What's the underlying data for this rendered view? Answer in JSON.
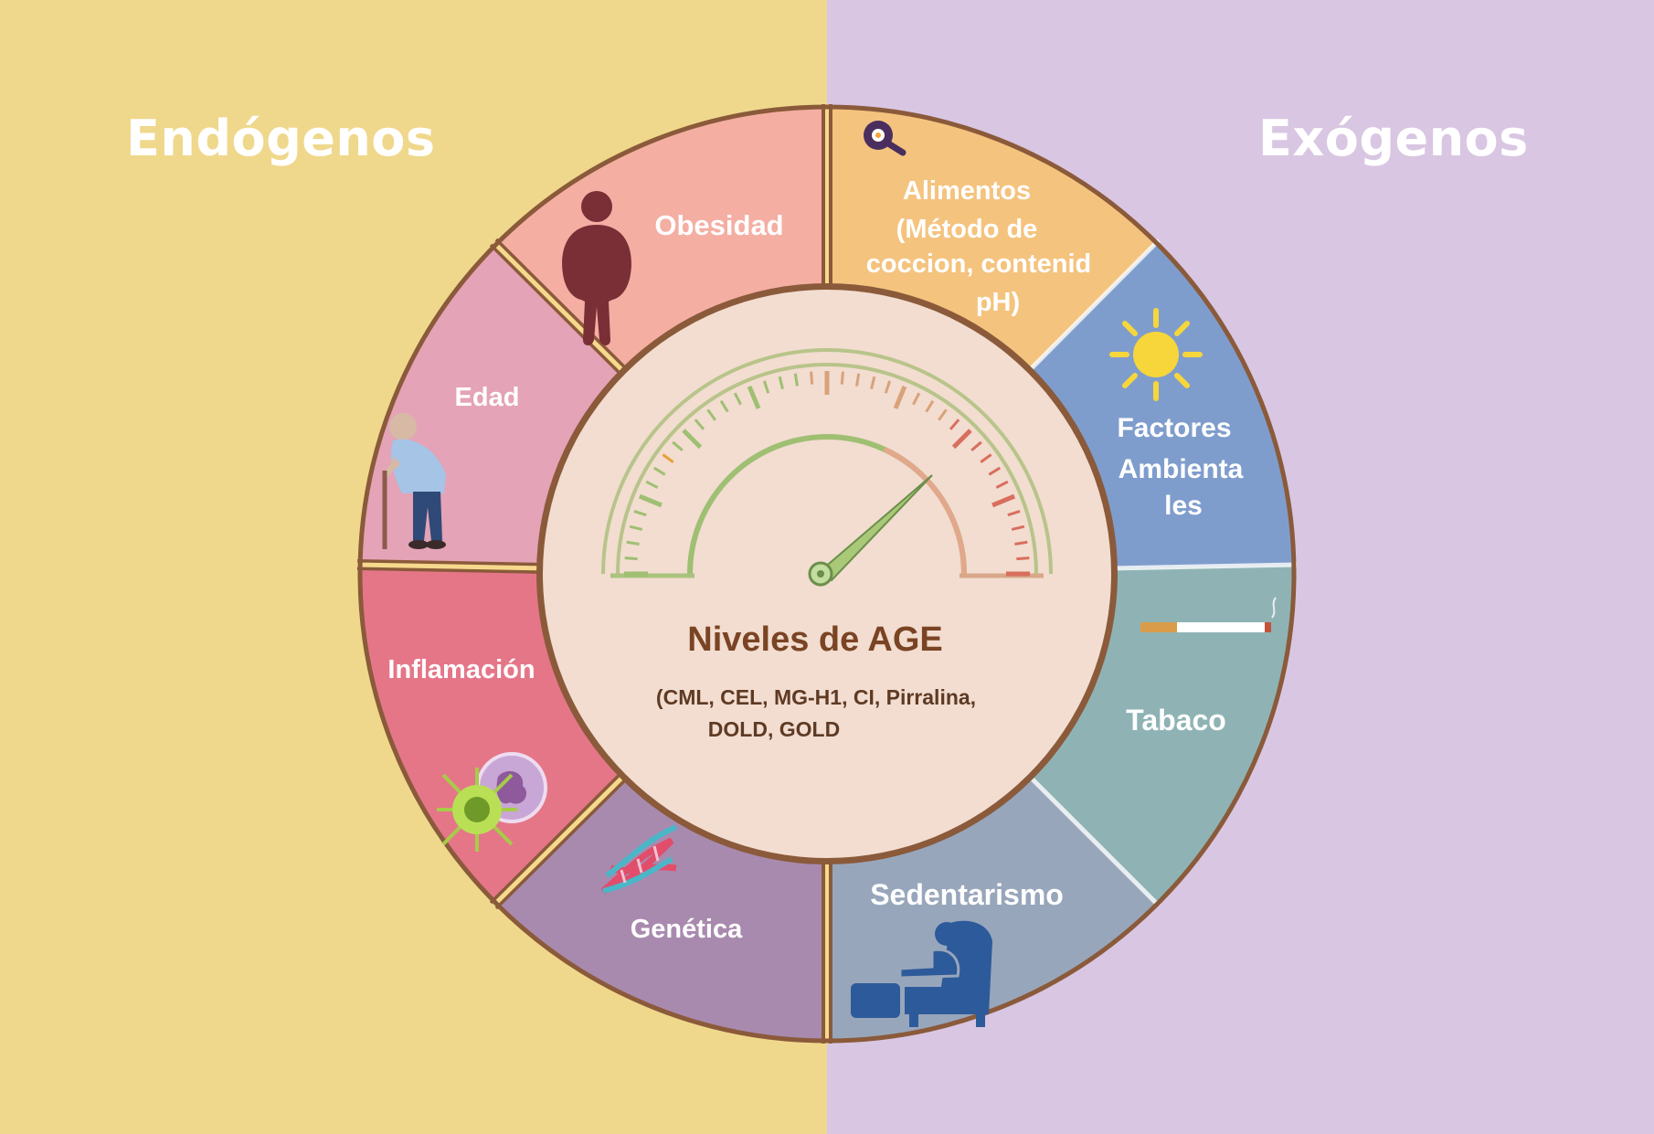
{
  "headings": {
    "left": "Endógenos",
    "right": "Exógenos"
  },
  "center": {
    "title": "Niveles de AGE",
    "subtitle_line1": "(CML, CEL, MG-H1, CI, Pirralina,",
    "subtitle_line2": "DOLD, GOLD"
  },
  "segments": {
    "obesidad": {
      "label": "Obesidad",
      "icon": "obese-person-icon"
    },
    "edad": {
      "label": "Edad",
      "icon": "elderly-person-with-cane-icon"
    },
    "inflamacion": {
      "label": "Inflamación",
      "icon": "immune-cells-icon"
    },
    "genetica": {
      "label": "Genética",
      "icon": "dna-helix-icon"
    },
    "alimentos": {
      "line1": "Alimentos",
      "line2": "(Método de",
      "line3": "coccion, contenid",
      "line4": "pH)",
      "icon": "frying-pan-icon"
    },
    "factores": {
      "line1": "Factores",
      "line2": "Ambienta",
      "line3": "les",
      "icon": "sun-icon"
    },
    "tabaco": {
      "label": "Tabaco",
      "icon": "cigarette-icon"
    },
    "sedentarismo": {
      "label": "Sedentarismo",
      "icon": "person-in-armchair-icon"
    }
  },
  "colors": {
    "endogenos_bg": "#efd88c",
    "exogenos_bg": "#d9c6e2",
    "obesidad": "#f4aea2",
    "edad": "#e4a3b6",
    "inflamacion": "#e57688",
    "genetica": "#a98aaf",
    "alimentos": "#f4c37e",
    "factores": "#7f9dcc",
    "tabaco": "#8fb3b4",
    "sedentarismo": "#98a6bb",
    "center": "#f2ddd0",
    "rim": "#8a5a3a"
  }
}
